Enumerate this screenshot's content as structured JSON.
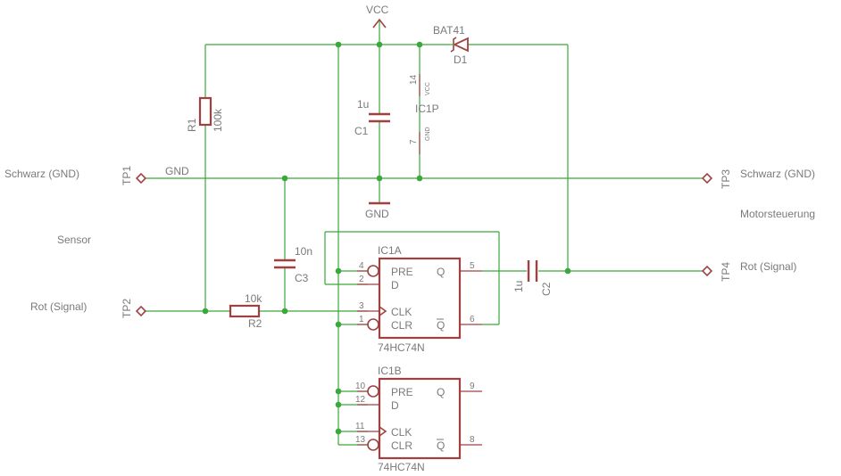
{
  "labels": {
    "vcc": "VCC",
    "gnd_sym": "GND",
    "gnd_net": "GND",
    "diode_part": "BAT41",
    "diode_name": "D1",
    "r1_name": "R1",
    "r1_value": "100k",
    "r2_name": "R2",
    "r2_value": "10k",
    "c1_name": "C1",
    "c1_value": "1u",
    "c2_name": "C2",
    "c2_value": "1u",
    "c3_name": "C3",
    "c3_value": "10n",
    "icp_name": "IC1P",
    "icp_pin_vcc": "14",
    "icp_vcc": "VCC",
    "icp_pin_gnd": "7",
    "icp_gnd": "GND",
    "tp1": "TP1",
    "tp2": "TP2",
    "tp3": "TP3",
    "tp4": "TP4",
    "net_schwarz_left": "Schwarz (GND)",
    "net_rot_left": "Rot (Signal)",
    "net_schwarz_right": "Schwarz (GND)",
    "net_rot_right": "Rot (Signal)",
    "sensor": "Sensor",
    "motorsteuerung": "Motorsteuerung"
  },
  "ic1a": {
    "name": "IC1A",
    "part": "74HC74N",
    "pre": "PRE",
    "d": "D",
    "clk": "CLK",
    "clr": "CLR",
    "q": "Q",
    "qn": "Q",
    "pin_pre": "4",
    "pin_d": "2",
    "pin_clk": "3",
    "pin_clr": "1",
    "pin_q": "5",
    "pin_qn": "6"
  },
  "ic1b": {
    "name": "IC1B",
    "part": "74HC74N",
    "pre": "PRE",
    "d": "D",
    "clk": "CLK",
    "clr": "CLR",
    "q": "Q",
    "qn": "Q",
    "pin_pre": "10",
    "pin_d": "12",
    "pin_clk": "11",
    "pin_clr": "13",
    "pin_q": "9",
    "pin_qn": "8"
  }
}
